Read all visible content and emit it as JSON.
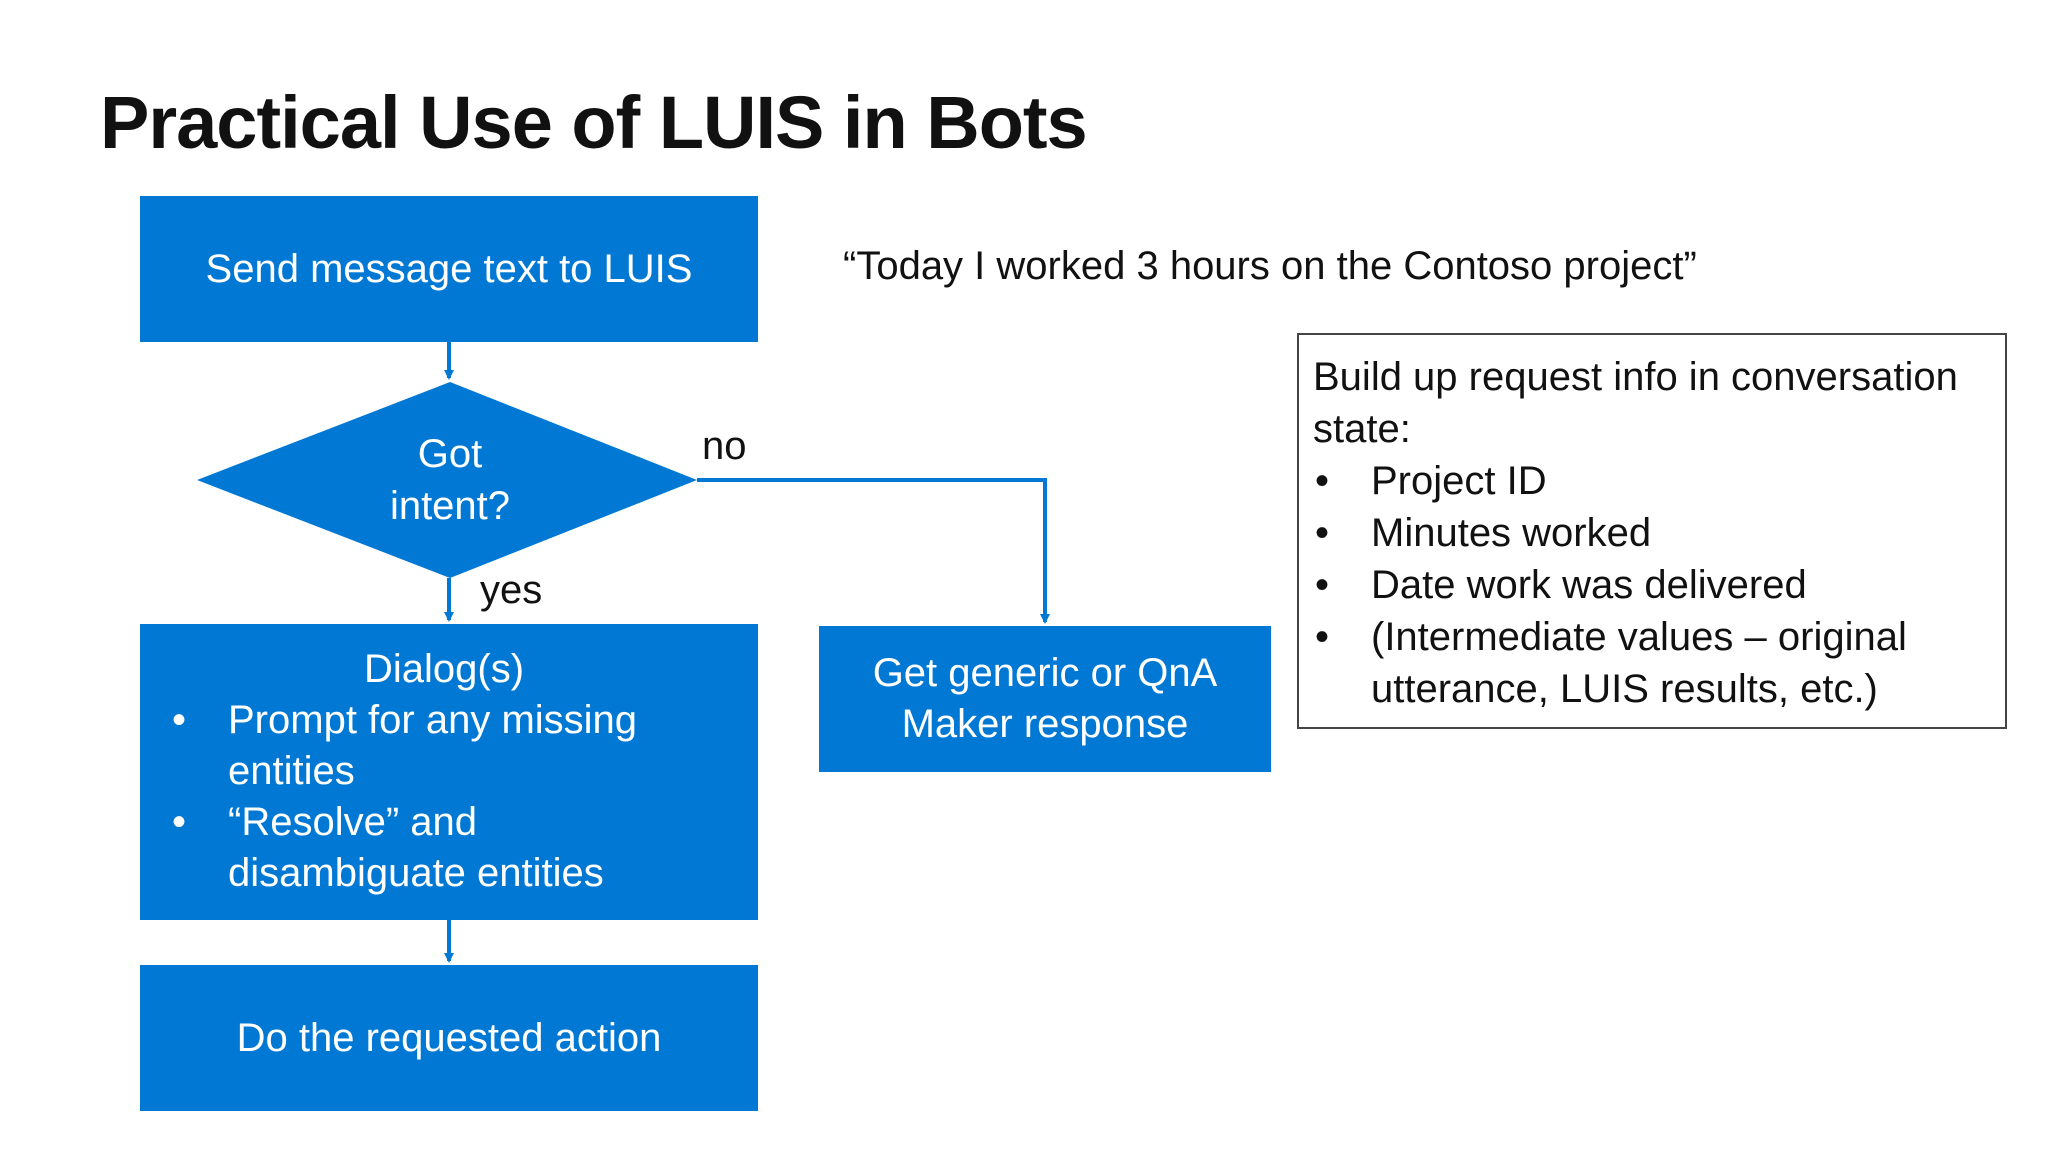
{
  "slide": {
    "title": "Practical Use of LUIS in Bots",
    "quote": "“Today I worked 3 hours on the Contoso project”"
  },
  "flow": {
    "send": "Send message text to LUIS",
    "decision_line1": "Got",
    "decision_line2": "intent?",
    "no_label": "no",
    "yes_label": "yes",
    "dialogs_title": "Dialog(s)",
    "dialog_items": [
      "Prompt for any missing entities",
      "“Resolve” and disambiguate entities"
    ],
    "generic": "Get generic or QnA Maker response",
    "action": "Do the requested action"
  },
  "sidebox": {
    "heading": "Build up request info in conversation state:",
    "items": [
      "Project ID",
      "Minutes worked",
      "Date work was delivered",
      "(Intermediate values – original utterance, LUIS results, etc.)"
    ]
  },
  "colors": {
    "accent": "#0078d4"
  }
}
